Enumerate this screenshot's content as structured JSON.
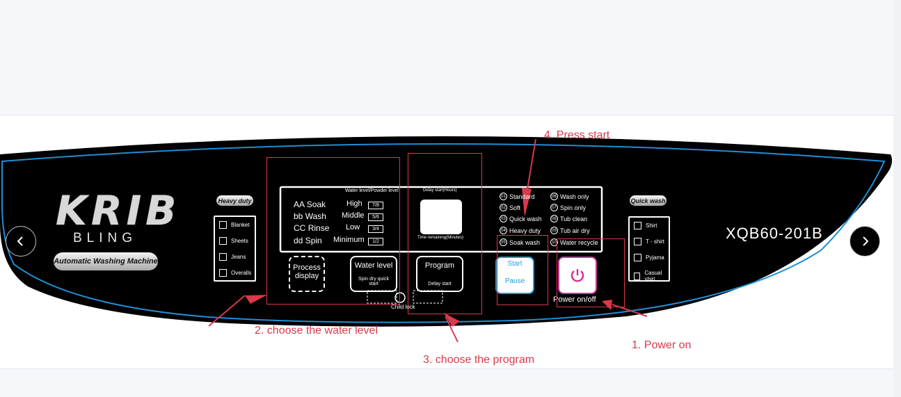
{
  "brand": {
    "logo": "KRIB",
    "sub": "BLING",
    "tagline": "Automatic Washing Machine"
  },
  "model": "XQB60-201B",
  "heavy_duty": {
    "title": "Heavy duty",
    "items": [
      "Blanket",
      "Sheets",
      "Jeans",
      "Overalls"
    ]
  },
  "quick_wash": {
    "title": "Quick wash",
    "items": [
      "Shirt",
      "T - shirt",
      "Pyjama",
      "Casual shirt"
    ]
  },
  "process": {
    "items": [
      "Soak",
      "Wash",
      "Rinse",
      "Spin"
    ],
    "codes": [
      "AA",
      "bb",
      "CC",
      "dd"
    ]
  },
  "water": {
    "header": "Water level/Powder level",
    "levels": [
      "High",
      "Middle",
      "Low",
      "Minimum"
    ],
    "ratios": [
      "7/8",
      "5/6",
      "3/4",
      "1/2"
    ]
  },
  "delay": {
    "header": "Delay start(Hours)",
    "footer": "Time remaining(Minutes)"
  },
  "programs": {
    "left": [
      "Standard",
      "Soft",
      "Quick wash",
      "Heavy duty",
      "Soak wash"
    ],
    "left_nums": [
      "01",
      "02",
      "03",
      "04",
      "05"
    ],
    "right": [
      "Wash only",
      "Spin only",
      "Tub clean",
      "Tub air dry",
      "Water recycle"
    ],
    "right_nums": [
      "06",
      "07",
      "08",
      "09",
      "10"
    ]
  },
  "buttons": {
    "process": "Process display",
    "water": "Water level",
    "water_sub": "Spin dry quick start",
    "program": "Program",
    "program_sub": "Delay start",
    "start": "Start",
    "pause": "Pause",
    "power": "Power on/off",
    "child_lock": "Child lock"
  },
  "annotations": {
    "step1": "1. Power on",
    "step2": "2. choose the water level",
    "step3": "3. choose the program",
    "step4": "4. Press start"
  },
  "colors": {
    "annotation": "#d9394a",
    "panel": "#000000",
    "trim": "#1f8fd6",
    "power": "#d1349a",
    "start": "#1b9fd0"
  }
}
